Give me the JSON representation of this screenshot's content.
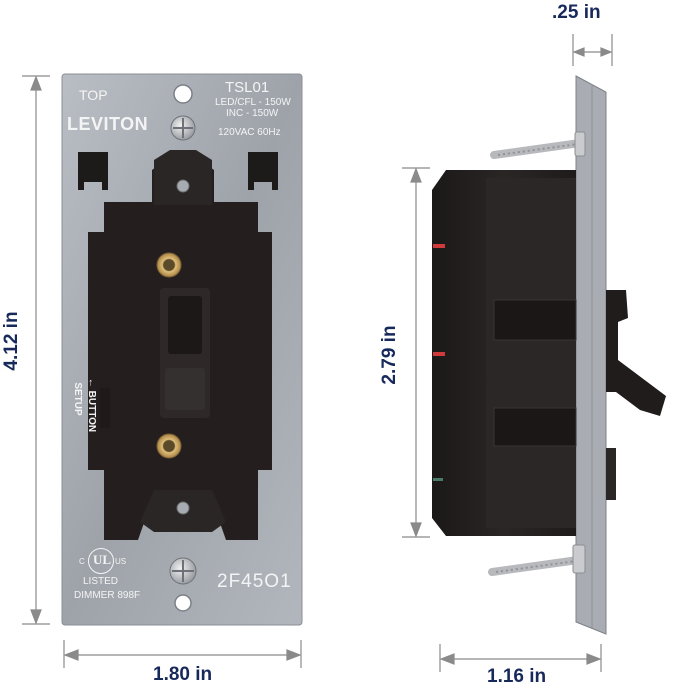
{
  "dimensions": {
    "height_front": "4.12 in",
    "width_front": "1.80 in",
    "depth_plate": ".25 in",
    "height_body": "2.79 in",
    "depth_body": "1.16 in"
  },
  "plate": {
    "top_label": "TOP",
    "brand": "LEVITON",
    "model": "TSL01",
    "rating_led": "LED/CFL - 150W",
    "rating_inc": "INC - 150W",
    "voltage": "120VAC 60Hz",
    "setup_label_1": "SETUP",
    "setup_label_2": "← BUTTON",
    "ul_c": "C",
    "ul_us": "US",
    "ul_listed": "LISTED",
    "ul_dimmer": "DIMMER 898F",
    "date_code": "2F45O1"
  },
  "colors": {
    "dimension_text": "#17285a",
    "plate_metal": "#a7abb2",
    "body_black": "#231f1e",
    "brass": "#c9a463"
  }
}
